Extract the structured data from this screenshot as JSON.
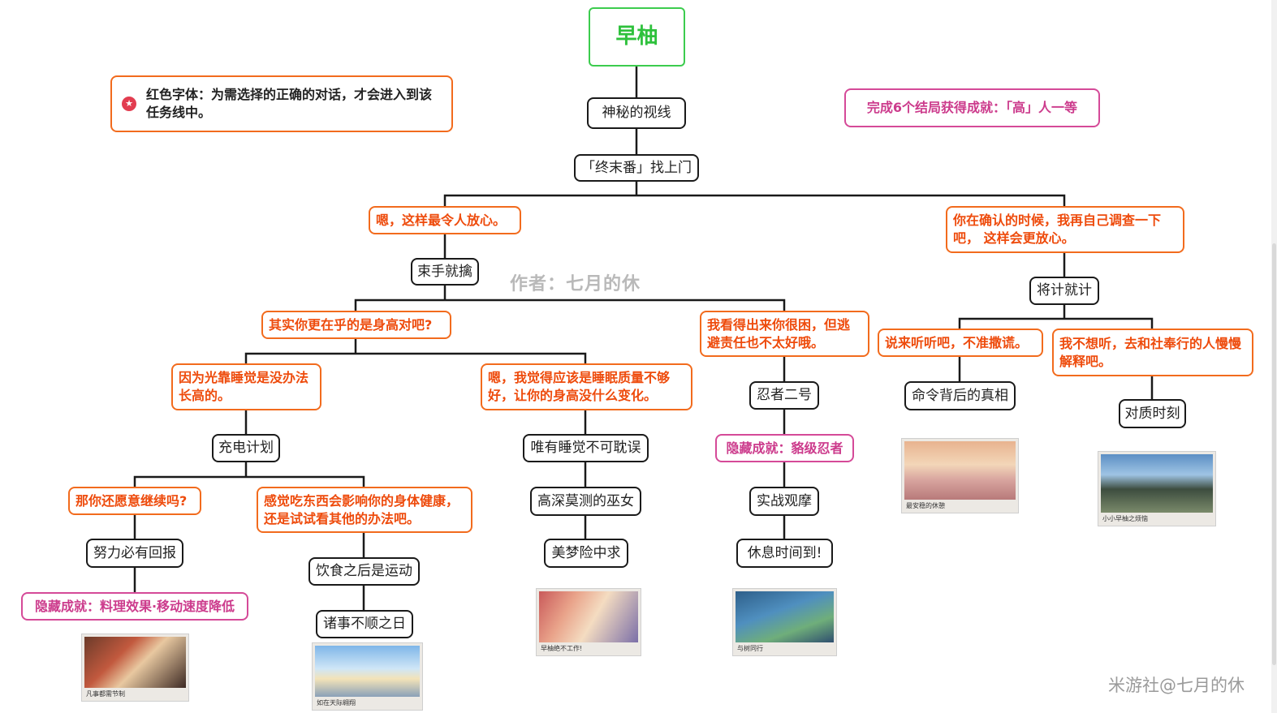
{
  "root": "早柚",
  "legend": {
    "icon": "star-icon",
    "text": "红色字体：为需选择的正确的对话，才会进入到该任务线中。"
  },
  "achievement_banner": "完成6个结局获得成就：「高」人一等",
  "watermark": "作者：七月的休",
  "credit": "米游社@七月的休",
  "nodes": {
    "n1": "神秘的视线",
    "n2": "「终末番」找上门",
    "n3": "束手就擒",
    "n4": "将计就计",
    "n5": "充电计划",
    "n6": "努力必有回报",
    "n7": "饮食之后是运动",
    "n8": "诸事不顺之日",
    "n9": "唯有睡觉不可耽误",
    "n10": "高深莫测的巫女",
    "n11": "美梦险中求",
    "n12": "忍者二号",
    "n13": "实战观摩",
    "n14": "休息时间到!",
    "n15": "命令背后的真相",
    "n16": "对质时刻"
  },
  "options": {
    "o1": "嗯，这样最令人放心。",
    "o2": "你在确认的时候，我再自己调查一下吧， 这样会更放心。",
    "o3": "其实你更在乎的是身高对吧?",
    "o4": "我看得出来你很困，但逃避责任也不太好哦。",
    "o5": "因为光靠睡觉是没办法长高的。",
    "o6": "嗯，我觉得应该是睡眠质量不够好，让你的身高没什么变化。",
    "o7": "那你还愿意继续吗?",
    "o8": "感觉吃东西会影响你的身体健康，还是试试看其他的办法吧。",
    "o9": "说来听听吧，不准撒谎。",
    "o10": "我不想听，去和社奉行的人慢慢解释吧。"
  },
  "achievements": {
    "a1": "隐藏成就：料理效果·移动速度降低",
    "a2": "隐藏成就：貉级忍者"
  },
  "endings": {
    "e1": "凡事都需节制",
    "e2": "如在天际翱翔",
    "e3": "早柚绝不工作!",
    "e4": "与树同行",
    "e5": "最安稳的休憩",
    "e6": "小小早柚之烦恼"
  },
  "colors": {
    "root_border": "#3ccc4e",
    "option_border": "#f26b1d",
    "option_text": "#ee4b0c",
    "achievement": "#cc3b8c",
    "connector": "#1a1a1a"
  }
}
